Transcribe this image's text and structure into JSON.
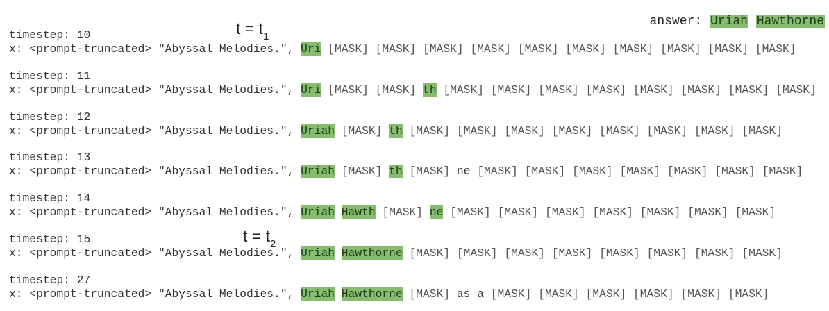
{
  "answer": {
    "label": "answer:",
    "tokens": [
      "Uriah",
      "Hawthorne"
    ]
  },
  "markers": [
    {
      "base": "t = t",
      "sub": "1"
    },
    {
      "base": "t = t",
      "sub": "2"
    }
  ],
  "colors": {
    "highlight": "#86bd70"
  },
  "timestep_label": "timestep:",
  "rows": [
    {
      "timestep": "10",
      "prefix": "x: <prompt-truncated> \"Abyssal Melodies.\",",
      "tokens": [
        [
          "Uri",
          1
        ],
        [
          "[MASK]",
          0
        ],
        [
          "[MASK]",
          0
        ],
        [
          "[MASK]",
          0
        ],
        [
          "[MASK]",
          0
        ],
        [
          "[MASK]",
          0
        ],
        [
          "[MASK]",
          0
        ],
        [
          "[MASK]",
          0
        ],
        [
          "[MASK]",
          0
        ],
        [
          "[MASK]",
          0
        ],
        [
          "[MASK]",
          0
        ]
      ]
    },
    {
      "timestep": "11",
      "prefix": "x: <prompt-truncated> \"Abyssal Melodies.\",",
      "tokens": [
        [
          "Uri",
          1
        ],
        [
          "[MASK]",
          0
        ],
        [
          "[MASK]",
          0
        ],
        [
          "th",
          1
        ],
        [
          "[MASK]",
          0
        ],
        [
          "[MASK]",
          0
        ],
        [
          "[MASK]",
          0
        ],
        [
          "[MASK]",
          0
        ],
        [
          "[MASK]",
          0
        ],
        [
          "[MASK]",
          0
        ],
        [
          "[MASK]",
          0
        ],
        [
          "[MASK]",
          0
        ]
      ]
    },
    {
      "timestep": "12",
      "prefix": "x: <prompt-truncated> \"Abyssal Melodies.\",",
      "tokens": [
        [
          "Uriah",
          1
        ],
        [
          "[MASK]",
          0
        ],
        [
          "th",
          1
        ],
        [
          "[MASK]",
          0
        ],
        [
          "[MASK]",
          0
        ],
        [
          "[MASK]",
          0
        ],
        [
          "[MASK]",
          0
        ],
        [
          "[MASK]",
          0
        ],
        [
          "[MASK]",
          0
        ],
        [
          "[MASK]",
          0
        ],
        [
          "[MASK]",
          0
        ]
      ]
    },
    {
      "timestep": "13",
      "prefix": "x: <prompt-truncated> \"Abyssal Melodies.\",",
      "tokens": [
        [
          "Uriah",
          1
        ],
        [
          "[MASK]",
          0
        ],
        [
          "th",
          1
        ],
        [
          "[MASK]",
          0
        ],
        [
          "ne",
          0
        ],
        [
          "[MASK]",
          0
        ],
        [
          "[MASK]",
          0
        ],
        [
          "[MASK]",
          0
        ],
        [
          "[MASK]",
          0
        ],
        [
          "[MASK]",
          0
        ],
        [
          "[MASK]",
          0
        ],
        [
          "[MASK]",
          0
        ]
      ]
    },
    {
      "timestep": "14",
      "prefix": "x: <prompt-truncated> \"Abyssal Melodies.\",",
      "tokens": [
        [
          "Uriah",
          1
        ],
        [
          "Hawth",
          1
        ],
        [
          "[MASK]",
          0
        ],
        [
          "ne",
          1
        ],
        [
          "[MASK]",
          0
        ],
        [
          "[MASK]",
          0
        ],
        [
          "[MASK]",
          0
        ],
        [
          "[MASK]",
          0
        ],
        [
          "[MASK]",
          0
        ],
        [
          "[MASK]",
          0
        ],
        [
          "[MASK]",
          0
        ]
      ]
    },
    {
      "timestep": "15",
      "prefix": "x: <prompt-truncated> \"Abyssal Melodies.\",",
      "tokens": [
        [
          "Uriah",
          1
        ],
        [
          "Hawthorne",
          1
        ],
        [
          "[MASK]",
          0
        ],
        [
          "[MASK]",
          0
        ],
        [
          "[MASK]",
          0
        ],
        [
          "[MASK]",
          0
        ],
        [
          "[MASK]",
          0
        ],
        [
          "[MASK]",
          0
        ],
        [
          "[MASK]",
          0
        ],
        [
          "[MASK]",
          0
        ]
      ]
    },
    {
      "timestep": "27",
      "prefix": "x: <prompt-truncated> \"Abyssal Melodies.\",",
      "tokens": [
        [
          "Uriah",
          1
        ],
        [
          "Hawthorne",
          1
        ],
        [
          "[MASK]",
          0
        ],
        [
          "as a",
          0
        ],
        [
          "[MASK]",
          0
        ],
        [
          "[MASK]",
          0
        ],
        [
          "[MASK]",
          0
        ],
        [
          "[MASK]",
          0
        ],
        [
          "[MASK]",
          0
        ],
        [
          "[MASK]",
          0
        ]
      ]
    }
  ]
}
